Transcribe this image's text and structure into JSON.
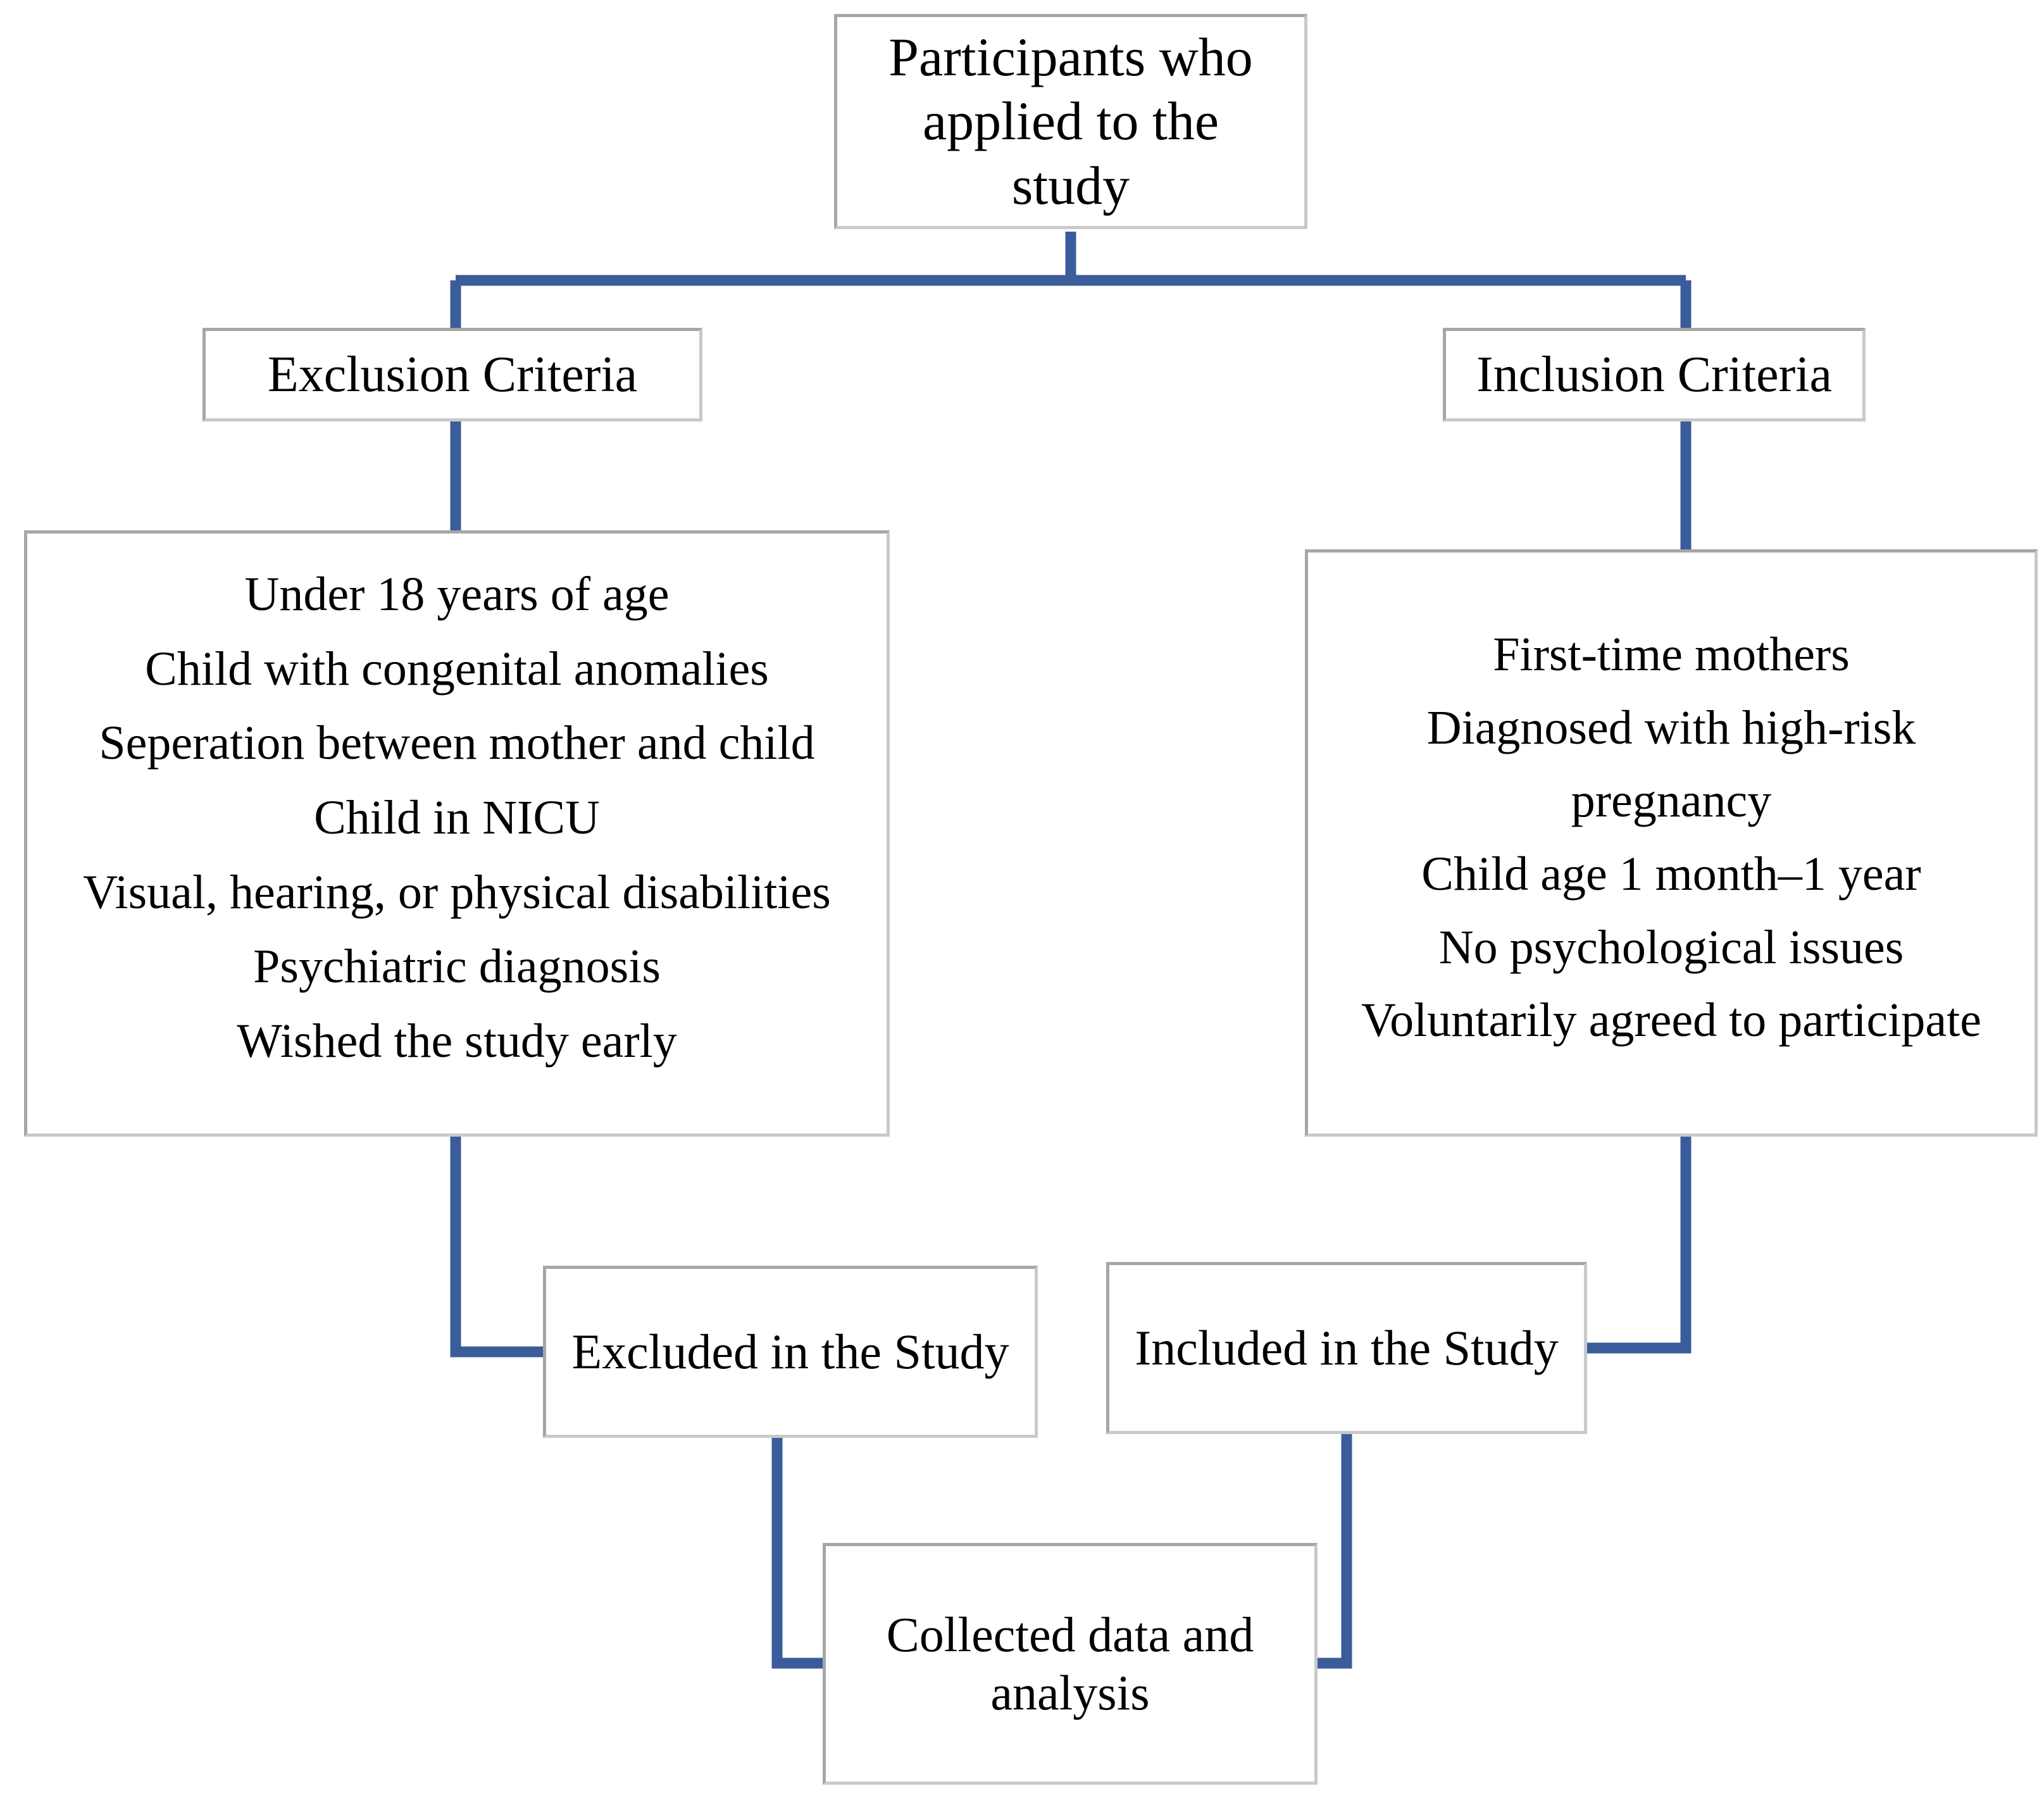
{
  "diagram": {
    "type": "flowchart",
    "title": "Participant selection flow diagram",
    "connector_color": "#3B5C9B",
    "box_border_color": "#a6a6a6",
    "background_color": "#ffffff",
    "text_color": "#000000"
  },
  "nodes": {
    "top": {
      "lines": [
        "Participants who",
        "applied to the",
        "study"
      ],
      "full_text": "Participants who applied to the study"
    },
    "exclusion_header": {
      "label": "Exclusion Criteria"
    },
    "inclusion_header": {
      "label": "Inclusion Criteria"
    },
    "exclusion_list": {
      "items": [
        "Under 18 years of age",
        "Child with congenital anomalies",
        "Seperation between mother and child",
        "Child in NICU",
        "Visual, hearing, or physical disabilities",
        "Psychiatric diagnosis",
        "Wished the study early"
      ]
    },
    "inclusion_list": {
      "items": [
        "First-time mothers",
        "Diagnosed with high-risk",
        "pregnancy",
        "Child age 1 month–1 year",
        "No psychological issues",
        "Voluntarily agreed to participate"
      ]
    },
    "excluded": {
      "label": "Excluded in the Study"
    },
    "included": {
      "label": "Included in the Study"
    },
    "collected": {
      "lines": [
        "Collected data and",
        "analysis"
      ],
      "full_text": "Collected data and analysis"
    }
  },
  "edges": [
    {
      "from": "top",
      "to": "exclusion_header",
      "style": "elbow-down-left"
    },
    {
      "from": "top",
      "to": "inclusion_header",
      "style": "elbow-down-right"
    },
    {
      "from": "exclusion_header",
      "to": "exclusion_list",
      "style": "straight-down"
    },
    {
      "from": "inclusion_header",
      "to": "inclusion_list",
      "style": "straight-down"
    },
    {
      "from": "exclusion_list",
      "to": "excluded",
      "style": "down-then-right"
    },
    {
      "from": "inclusion_list",
      "to": "included",
      "style": "down-then-left"
    },
    {
      "from": "excluded",
      "to": "collected",
      "style": "down-then-right"
    },
    {
      "from": "included",
      "to": "collected",
      "style": "down-then-left"
    }
  ]
}
